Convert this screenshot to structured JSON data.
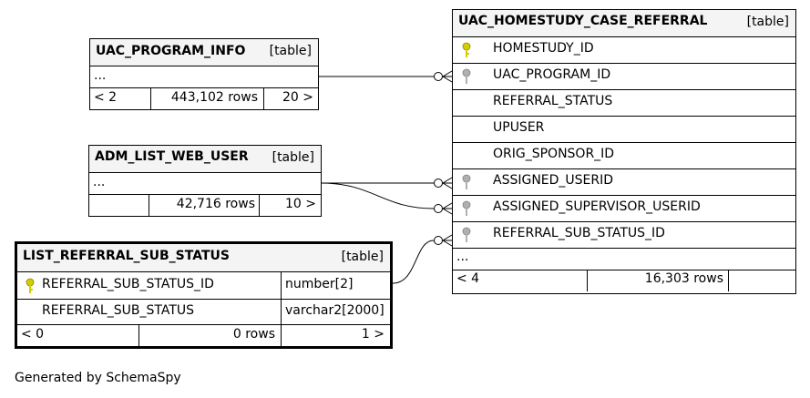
{
  "tables": {
    "uac_program_info": {
      "name": "UAC_PROGRAM_INFO",
      "kind": "[table]",
      "rows": [
        {
          "label": "..."
        }
      ],
      "footer": {
        "parents": "< 2",
        "rows": "443,102 rows",
        "children": "20 >"
      }
    },
    "adm_list_web_user": {
      "name": "ADM_LIST_WEB_USER",
      "kind": "[table]",
      "rows": [
        {
          "label": "..."
        }
      ],
      "footer": {
        "parents": "",
        "rows": "42,716 rows",
        "children": "10 >"
      }
    },
    "list_referral_sub_status": {
      "name": "LIST_REFERRAL_SUB_STATUS",
      "kind": "[table]",
      "columns": [
        {
          "name": "REFERRAL_SUB_STATUS_ID",
          "type": "number[2]",
          "key": "primary"
        },
        {
          "name": "REFERRAL_SUB_STATUS",
          "type": "varchar2[2000]",
          "key": "none"
        }
      ],
      "footer": {
        "parents": "< 0",
        "rows": "0 rows",
        "children": "1 >"
      }
    },
    "uac_homestudy_case_referral": {
      "name": "UAC_HOMESTUDY_CASE_REFERRAL",
      "kind": "[table]",
      "columns": [
        {
          "name": "HOMESTUDY_ID",
          "key": "primary"
        },
        {
          "name": "UAC_PROGRAM_ID",
          "key": "foreign"
        },
        {
          "name": "REFERRAL_STATUS",
          "key": "none"
        },
        {
          "name": "UPUSER",
          "key": "none"
        },
        {
          "name": "ORIG_SPONSOR_ID",
          "key": "none"
        },
        {
          "name": "ASSIGNED_USERID",
          "key": "foreign"
        },
        {
          "name": "ASSIGNED_SUPERVISOR_USERID",
          "key": "foreign"
        },
        {
          "name": "REFERRAL_SUB_STATUS_ID",
          "key": "foreign"
        }
      ],
      "more": "...",
      "footer": {
        "parents": "< 4",
        "rows": "16,303 rows",
        "children": ""
      }
    }
  },
  "colors": {
    "primary_key": "#d4cc00",
    "foreign_key": "#b0b0b0",
    "header_bg": "#f4f4f4",
    "line": "#000000"
  },
  "footer_note": "Generated by SchemaSpy"
}
